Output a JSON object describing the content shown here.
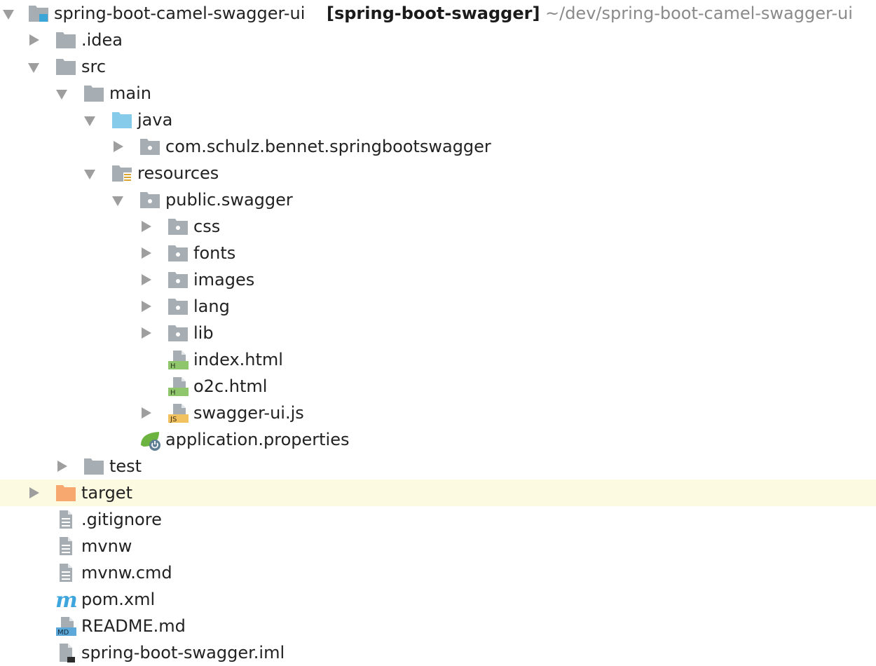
{
  "project": {
    "name": "spring-boot-camel-swagger-ui",
    "module": "[spring-boot-swagger]",
    "path": "~/dev/spring-boot-camel-swagger-ui"
  },
  "items": {
    "idea": ".idea",
    "src": "src",
    "main": "main",
    "java": "java",
    "package": "com.schulz.bennet.springbootswagger",
    "resources": "resources",
    "public_swagger": "public.swagger",
    "css": "css",
    "fonts": "fonts",
    "images": "images",
    "lang": "lang",
    "lib": "lib",
    "index_html": "index.html",
    "o2c_html": "o2c.html",
    "swagger_ui_js": "swagger-ui.js",
    "application_properties": "application.properties",
    "test": "test",
    "target": "target",
    "gitignore": ".gitignore",
    "mvnw": "mvnw",
    "mvnw_cmd": "mvnw.cmd",
    "pom_xml": "pom.xml",
    "readme_md": "README.md",
    "iml": "spring-boot-swagger.iml"
  },
  "icon_text": {
    "html_badge": "H",
    "js_badge": "JS",
    "md_badge": "MD",
    "maven_badge": "m"
  },
  "colors": {
    "folder_gray": "#a6adb3",
    "source_folder_blue": "#86cbe9",
    "excluded_folder_orange": "#f6a86e",
    "selection_background": "#fcfae0",
    "html_green": "#8fc56b",
    "js_yellow": "#f2c160",
    "md_blue": "#5ca8d8",
    "maven_blue": "#3fa6dd",
    "spring_green": "#6cb33f"
  }
}
